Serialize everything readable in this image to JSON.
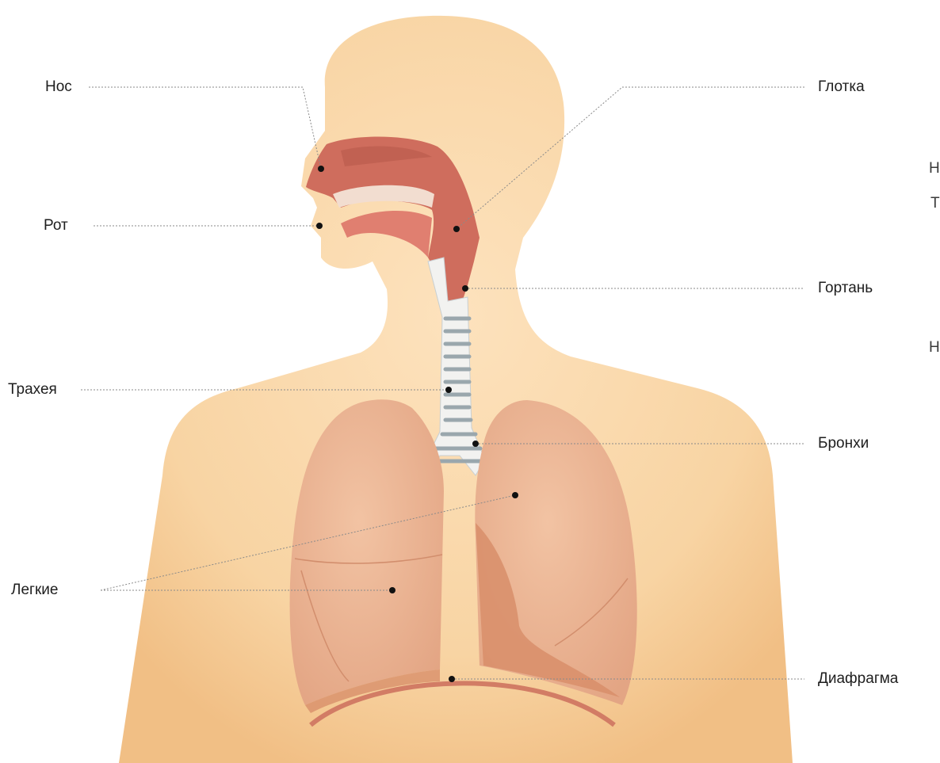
{
  "diagram": {
    "labels": {
      "nose": "Нос",
      "mouth": "Рот",
      "trachea": "Трахея",
      "lungs": "Легкие",
      "pharynx": "Глотка",
      "larynx": "Гортань",
      "bronchi": "Бронхи",
      "diaphragm": "Диафрагма"
    },
    "edge_fragments": [
      "H",
      "T",
      "H"
    ]
  },
  "colors": {
    "skin": "#f6cd98",
    "skin_light": "#fde2bd",
    "airway": "#cf6d5d",
    "airway_dark": "#b85a4b",
    "lung": "#ecb08c",
    "lung_shade": "#d88e6a",
    "trachea_ring": "#9aa7ad",
    "trachea_body": "#f2f2f0"
  }
}
